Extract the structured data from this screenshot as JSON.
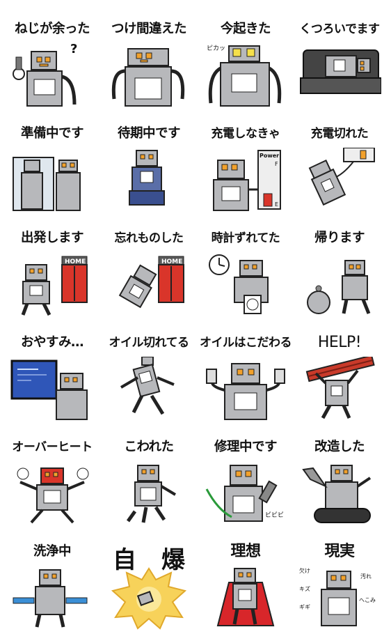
{
  "stickers": [
    {
      "caption": "ねじが余った",
      "extra": "?",
      "icon": "robot-holding-screw-icon"
    },
    {
      "caption": "つけ間違えた",
      "icon": "robot-wrong-parts-icon"
    },
    {
      "caption": "今起きた",
      "extra": "ピカッ",
      "icon": "robot-waking-icon"
    },
    {
      "caption": "くつろいでます",
      "icon": "robot-lying-on-couch-icon"
    },
    {
      "caption": "準備中です",
      "icon": "robot-at-mirror-icon"
    },
    {
      "caption": "待期中です",
      "icon": "robot-sitting-icon"
    },
    {
      "caption": "充電しなきゃ",
      "power_label": "Power",
      "power_full": "F",
      "power_empty": "E",
      "icon": "robot-charging-icon"
    },
    {
      "caption": "充電切れた",
      "icon": "robot-out-of-battery-icon"
    },
    {
      "caption": "出発します",
      "door_label": "HOME",
      "icon": "robot-leaving-home-icon"
    },
    {
      "caption": "忘れものした",
      "door_label": "HOME",
      "icon": "robot-running-back-icon"
    },
    {
      "caption": "時計ずれてた",
      "icon": "robot-with-clock-icon"
    },
    {
      "caption": "帰ります",
      "icon": "robot-going-home-icon"
    },
    {
      "caption": "おやすみ…",
      "icon": "robot-monitor-sleep-icon"
    },
    {
      "caption": "オイル切れてる",
      "icon": "robot-out-of-oil-icon"
    },
    {
      "caption": "オイルはこだわる",
      "icon": "robot-holding-oil-cans-icon"
    },
    {
      "caption": "HELP!",
      "icon": "robot-crushed-by-beam-icon"
    },
    {
      "caption": "オーバーヒート",
      "icon": "robot-overheating-icon"
    },
    {
      "caption": "こわれた",
      "icon": "robot-broken-icon"
    },
    {
      "caption": "修理中です",
      "extra": "ビビビ",
      "icon": "robot-being-repaired-icon"
    },
    {
      "caption": "改造した",
      "icon": "robot-on-tank-treads-icon"
    },
    {
      "caption": "洗浄中",
      "icon": "robot-being-washed-icon"
    },
    {
      "caption_left": "自",
      "caption_right": "爆",
      "icon": "robot-self-destruct-explosion-icon"
    },
    {
      "caption": "理想",
      "icon": "robot-superhero-cape-icon"
    },
    {
      "caption": "現実",
      "notes": [
        "欠け",
        "汚れ",
        "へこみ",
        "キズ",
        "ギギ"
      ],
      "icon": "robot-worn-out-icon"
    }
  ],
  "colors": {
    "robot_gray": "#b7b8bb",
    "robot_dark": "#5a5a5a",
    "eye_orange": "#f2a12c",
    "eye_yellow": "#f5e04a",
    "door_red": "#d9352a",
    "screen_blue": "#2f56b8",
    "explosion_yellow": "#f7d25a",
    "cape_red": "#d8262a",
    "beam_red": "#c93a2a"
  }
}
